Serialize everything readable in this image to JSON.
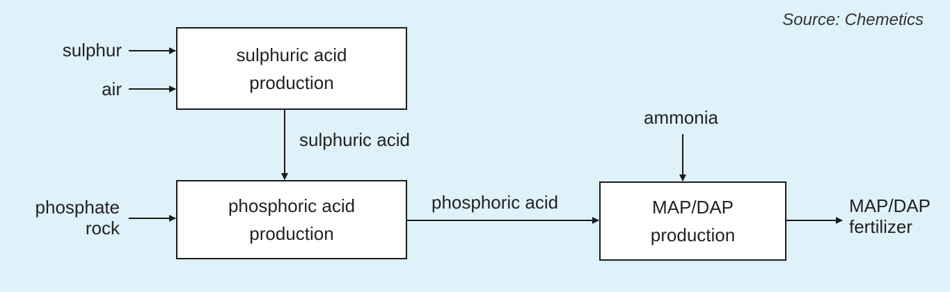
{
  "source": "Source: Chemetics",
  "boxes": {
    "sulphuric": [
      "sulphuric acid",
      "production"
    ],
    "phosphoric": [
      "phosphoric acid",
      "production"
    ],
    "mapdap": [
      "MAP/DAP",
      "production"
    ]
  },
  "inputs": {
    "sulphur": "sulphur",
    "air": "air",
    "phosphate_rock": [
      "phosphate",
      "rock"
    ],
    "ammonia": "ammonia"
  },
  "flows": {
    "sulphuric_acid": "sulphuric acid",
    "phosphoric_acid": "phosphoric acid",
    "output": [
      "MAP/DAP",
      "fertilizer"
    ]
  }
}
